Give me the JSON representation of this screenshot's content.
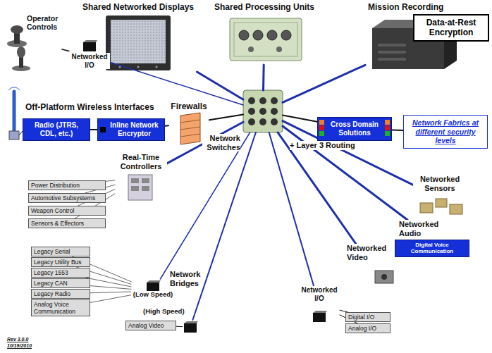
{
  "diagram": {
    "nodes": [
      {
        "text": [
          "Shared Networked Displays"
        ]
      },
      {
        "text": [
          "Shared Processing Units"
        ]
      },
      {
        "text": [
          "Mission Recording"
        ]
      },
      {
        "text": [
          "Data-at-Rest Encryption"
        ],
        "in": 2
      },
      {
        "text": [
          "Operator Controls"
        ]
      },
      {
        "text": [
          "Networked I/O"
        ]
      },
      {
        "text": [
          "Radio (JTRS, CDL, etc.)"
        ]
      },
      {
        "text": [
          "Inline Network Encryptor"
        ]
      },
      {
        "text": [
          "Firewalls"
        ]
      },
      {
        "text": [
          "Network Switches",
          "+ Layer 3 Routing"
        ]
      },
      {
        "text": [
          "Cross Domain Solutions"
        ]
      },
      {
        "text": [
          "Network Fabrics at different security levels"
        ]
      },
      {
        "text": [
          "Real-Time Controllers"
        ]
      },
      {
        "text": [
          "Power Distribution"
        ]
      },
      {
        "text": [
          "Automotive Subsystems"
        ]
      },
      {
        "text": [
          "Weapon Control"
        ]
      },
      {
        "text": [
          "Sensors & Effectors"
        ]
      },
      {
        "text": [
          "Networked Sensors"
        ]
      },
      {
        "text": [
          "Networked Audio",
          "Digital Voice Communication"
        ]
      },
      {
        "text": [
          "Networked Video"
        ]
      },
      {
        "text": [
          "Legacy Serial"
        ]
      },
      {
        "text": [
          "Legacy Utility Bus"
        ]
      },
      {
        "text": [
          "Legacy 1553"
        ]
      },
      {
        "text": [
          "Legacy CAN"
        ]
      },
      {
        "text": [
          "Legacy Radio"
        ]
      },
      {
        "text": [
          "Analog Voice Communication"
        ]
      },
      {
        "text": [
          "(Low Speed)"
        ]
      },
      {
        "text": [
          "Analog Video"
        ]
      },
      {
        "text": [
          "(High Speed)"
        ]
      },
      {
        "text": [
          "Networked I/O"
        ]
      },
      {
        "text": [
          "Digital I/O"
        ]
      },
      {
        "text": [
          "Analog I/O"
        ]
      }
    ],
    "edges": [
      {
        "from": 9,
        "to": 0,
        "arrow": "none"
      },
      {
        "from": 9,
        "to": 1,
        "arrow": "none"
      },
      {
        "from": 9,
        "to": 2,
        "arrow": "none"
      },
      {
        "from": 4,
        "to": 5,
        "arrow": "none"
      },
      {
        "from": 5,
        "to": 9,
        "arrow": "none"
      },
      {
        "from": 6,
        "to": 7,
        "arrow": "none"
      },
      {
        "from": 7,
        "to": 8,
        "arrow": "none"
      },
      {
        "from": 8,
        "to": 9,
        "arrow": "none"
      },
      {
        "from": 9,
        "to": 10,
        "arrow": "none"
      },
      {
        "from": 10,
        "to": 11,
        "arrow": "none"
      },
      {
        "from": 9,
        "to": 12,
        "arrow": "none"
      },
      {
        "from": 12,
        "to": 13,
        "arrow": "none"
      },
      {
        "from": 12,
        "to": 14,
        "arrow": "none"
      },
      {
        "from": 12,
        "to": 15,
        "arrow": "none"
      },
      {
        "from": 12,
        "to": 16,
        "arrow": "none"
      },
      {
        "from": 9,
        "to": 17,
        "arrow": "none"
      },
      {
        "from": 9,
        "to": 18,
        "arrow": "none"
      },
      {
        "from": 9,
        "to": 19,
        "arrow": "none"
      },
      {
        "from": 9,
        "to": 29,
        "arrow": "none"
      },
      {
        "from": 9,
        "to": 28,
        "arrow": "none"
      },
      {
        "from": 9,
        "to": 26,
        "arrow": "none"
      },
      {
        "from": 26,
        "to": 20,
        "arrow": "none"
      },
      {
        "from": 26,
        "to": 21,
        "arrow": "none"
      },
      {
        "from": 26,
        "to": 22,
        "arrow": "none"
      },
      {
        "from": 26,
        "to": 23,
        "arrow": "none"
      },
      {
        "from": 26,
        "to": 24,
        "arrow": "none"
      },
      {
        "from": 26,
        "to": 25,
        "arrow": "none"
      },
      {
        "from": 28,
        "to": 27,
        "arrow": "none"
      },
      {
        "from": 29,
        "to": 30,
        "arrow": "none"
      },
      {
        "from": 29,
        "to": 31,
        "arrow": "none"
      }
    ],
    "labels": [
      "Off-Platform Wireless Interfaces",
      "Network Bridges",
      "Rev 3.0.0",
      "10/19/2010"
    ]
  }
}
